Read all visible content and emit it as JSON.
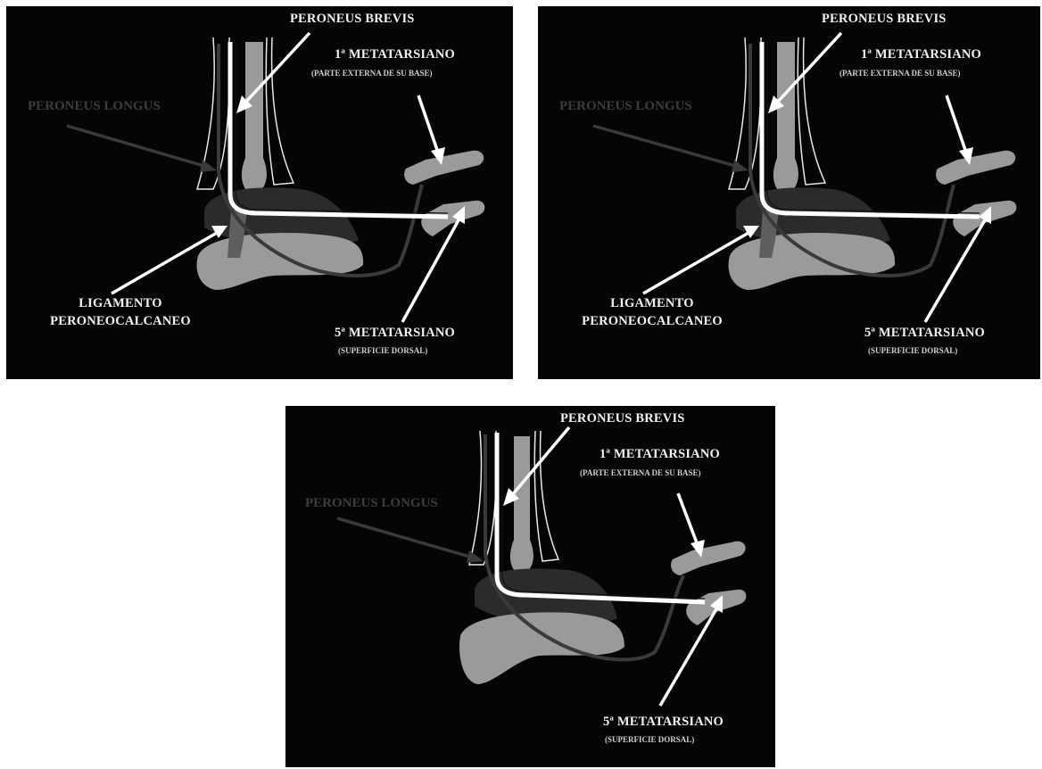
{
  "labels": {
    "peroneus_brevis": "PERONEUS BREVIS",
    "peroneus_longus": "PERONEUS LONGUS",
    "metatarsal_1": "1ª METATARSIANO",
    "metatarsal_1_sub": "(PARTE EXTERNA DE SU BASE)",
    "ligament_line1": "LIGAMENTO",
    "ligament_line2": "PERONEOCALCANEO",
    "metatarsal_5": "5ª METATARSIANO",
    "metatarsal_5_sub": "(SUPERFICIE DORSAL)"
  },
  "colors": {
    "background": "#050505",
    "bone": "#9a9a9a",
    "dark_bone": "#2b2b2b",
    "tendon_brevis": "#ffffff",
    "tendon_longus": "#3a3a3a",
    "ligament": "#5e5e5e"
  }
}
